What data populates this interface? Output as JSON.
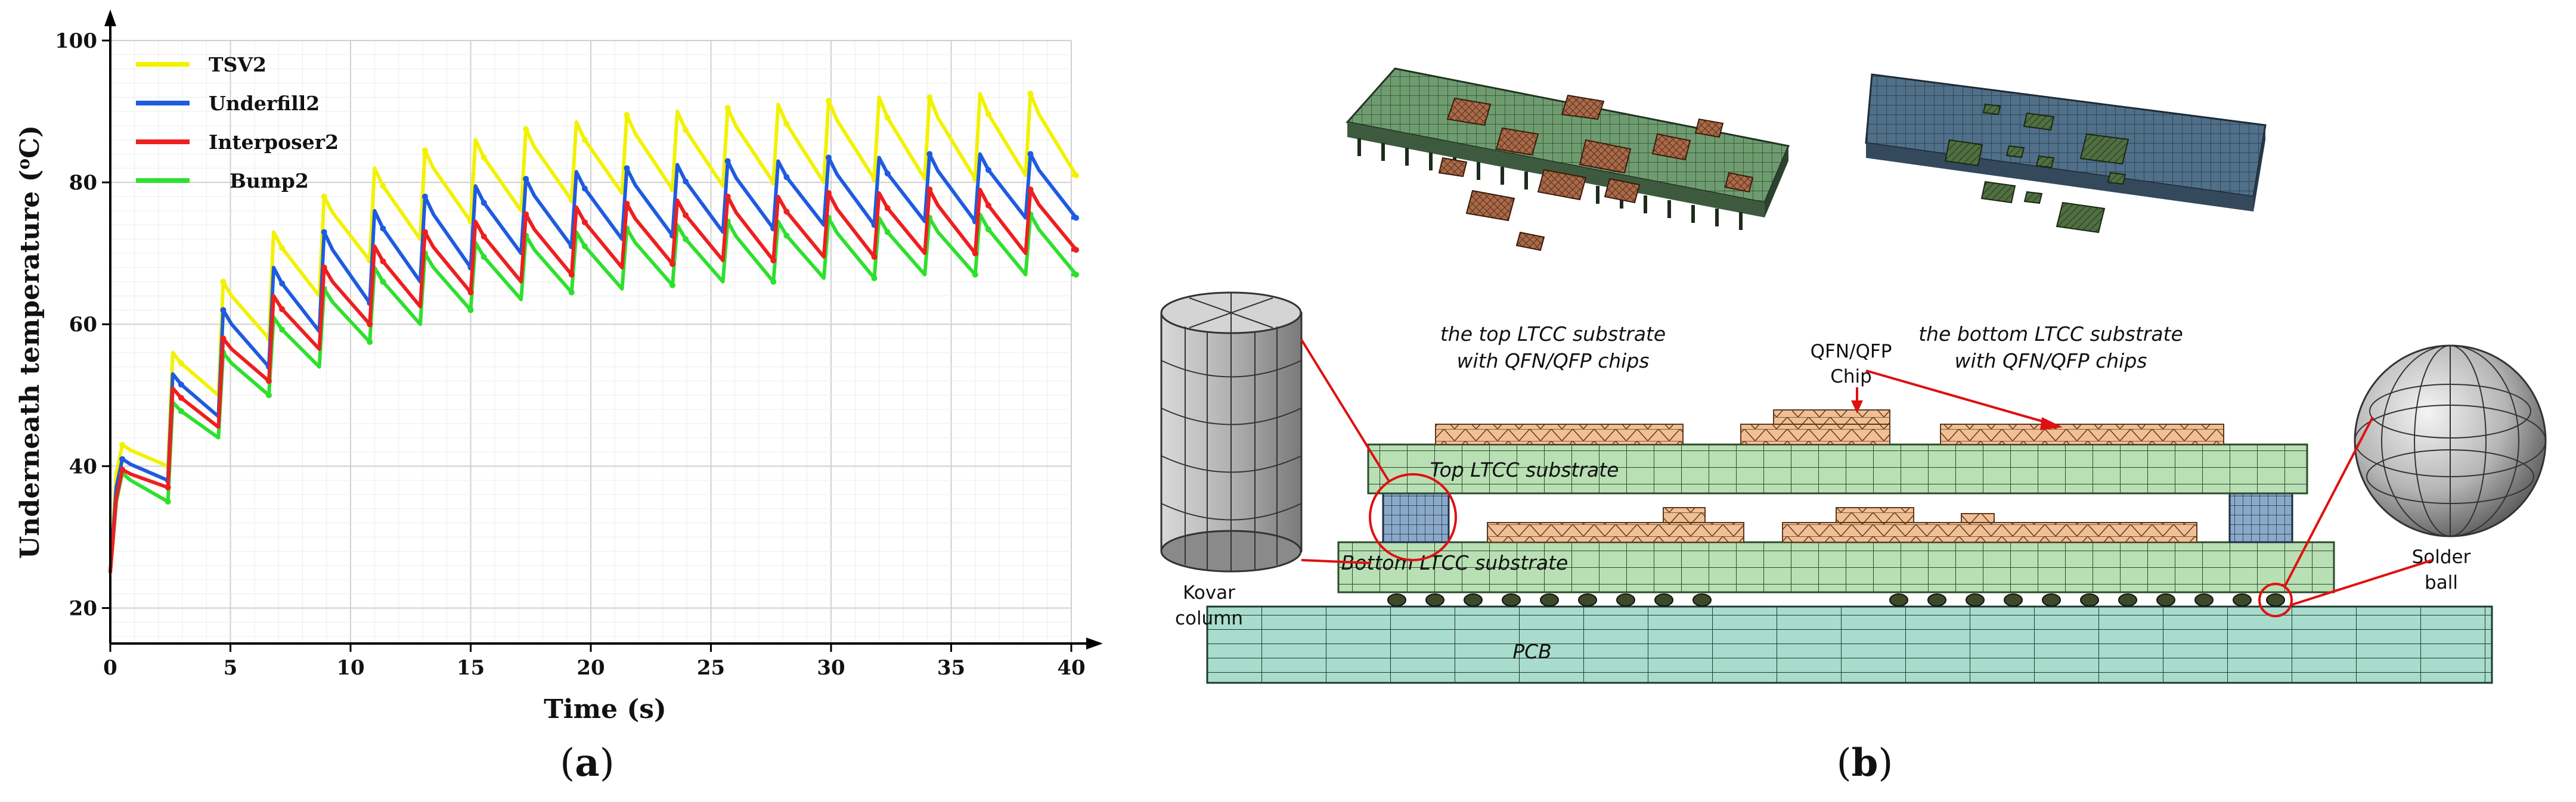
{
  "chart_data": {
    "type": "line",
    "xlabel": "Time (s)",
    "ylabel": "Underneath temperature (°C)",
    "ylabel_parts": [
      "Underneath temperature (",
      "o",
      "C)"
    ],
    "xlim": [
      0,
      40
    ],
    "ylim": [
      15,
      100
    ],
    "xticks": [
      "0",
      "5",
      "10",
      "15",
      "20",
      "25",
      "30",
      "35",
      "40"
    ],
    "yticks": [
      "20",
      "40",
      "60",
      "80",
      "100"
    ],
    "xtick_values": [
      0,
      5,
      10,
      15,
      20,
      25,
      30,
      35,
      40
    ],
    "ytick_values": [
      20,
      40,
      60,
      80,
      100
    ],
    "grid": true,
    "legend_position": "top-left",
    "panel_label": "(a)",
    "panel_label_parts": [
      "(",
      "a",
      ")"
    ],
    "period_s": 2.1,
    "n_cycles": 19,
    "series": [
      {
        "name": "TSV2",
        "color": "#f2f200",
        "peaks": [
          43,
          56,
          66,
          73,
          78,
          82,
          84.5,
          86,
          87.5,
          88.5,
          89.5,
          90,
          90.5,
          91,
          91.5,
          92,
          92,
          92.5,
          92.5
        ],
        "troughs": [
          40,
          50,
          58,
          64,
          69,
          72,
          74.5,
          76,
          77.5,
          78.5,
          79,
          79.5,
          80,
          80,
          80.5,
          80.5,
          80.5,
          81,
          81
        ]
      },
      {
        "name": "Underfill2",
        "color": "#1f5be0",
        "peaks": [
          41,
          53,
          62,
          68,
          73,
          76,
          78,
          79.5,
          80.5,
          81.5,
          82,
          82.5,
          83,
          83,
          83.5,
          83.5,
          84,
          84,
          84
        ],
        "troughs": [
          38,
          47,
          54,
          59,
          63,
          66,
          68,
          70,
          71,
          72,
          72.5,
          73,
          73.5,
          74,
          74,
          74.5,
          74.5,
          75,
          75
        ]
      },
      {
        "name": "Interposer2",
        "color": "#ee1f1f",
        "peaks": [
          39.5,
          51,
          58,
          64,
          68,
          71,
          73,
          74.5,
          75.5,
          76.5,
          77,
          77.5,
          78,
          78,
          78.5,
          78.5,
          79,
          79,
          79
        ]
      },
      {
        "name": "Bump2",
        "color": "#2ee02e",
        "peaks": [
          39,
          49,
          56,
          61,
          65,
          68,
          70,
          71.5,
          72.5,
          73,
          73.5,
          74,
          74.5,
          74.5,
          75,
          75,
          75,
          75.5,
          75.5
        ],
        "troughs": [
          35,
          44,
          50,
          54,
          57.5,
          60,
          62,
          63.5,
          64.5,
          65,
          65.5,
          66,
          66,
          66.5,
          66.5,
          67,
          67,
          67,
          67
        ]
      }
    ],
    "interposer_troughs": [
      37,
      45.5,
      52,
      56.5,
      60,
      62.5,
      64.5,
      66,
      67,
      68,
      68.5,
      69,
      69,
      69.5,
      69.5,
      70,
      70,
      70,
      70.5
    ]
  },
  "figure_b": {
    "panel_label_parts": [
      "(",
      "b",
      ")"
    ],
    "top_substrate_caption": [
      "the top LTCC substrate",
      "with QFN/QFP chips"
    ],
    "bottom_substrate_caption": [
      "the bottom LTCC substrate",
      "with QFN/QFP chips"
    ],
    "chip_label": [
      "QFN/QFP",
      "Chip"
    ],
    "top_ltcc_label": "Top LTCC substrate",
    "bottom_ltcc_label": "Bottom LTCC substrate",
    "kovar_label": [
      "Kovar",
      "column"
    ],
    "solder_label": [
      "Solder",
      "ball"
    ],
    "pcb_label": "PCB",
    "colors": {
      "ltcc": "#b9dfb4",
      "chip": "#f2bf95",
      "pcb": "#a8dccc",
      "board_top": "#6e9c70",
      "board_bottom": "#4e6f85",
      "chip_3d": "#a86a4a",
      "column": "#8aa9c9",
      "ball": "#3c4a2a",
      "callout": "#e01010"
    }
  }
}
